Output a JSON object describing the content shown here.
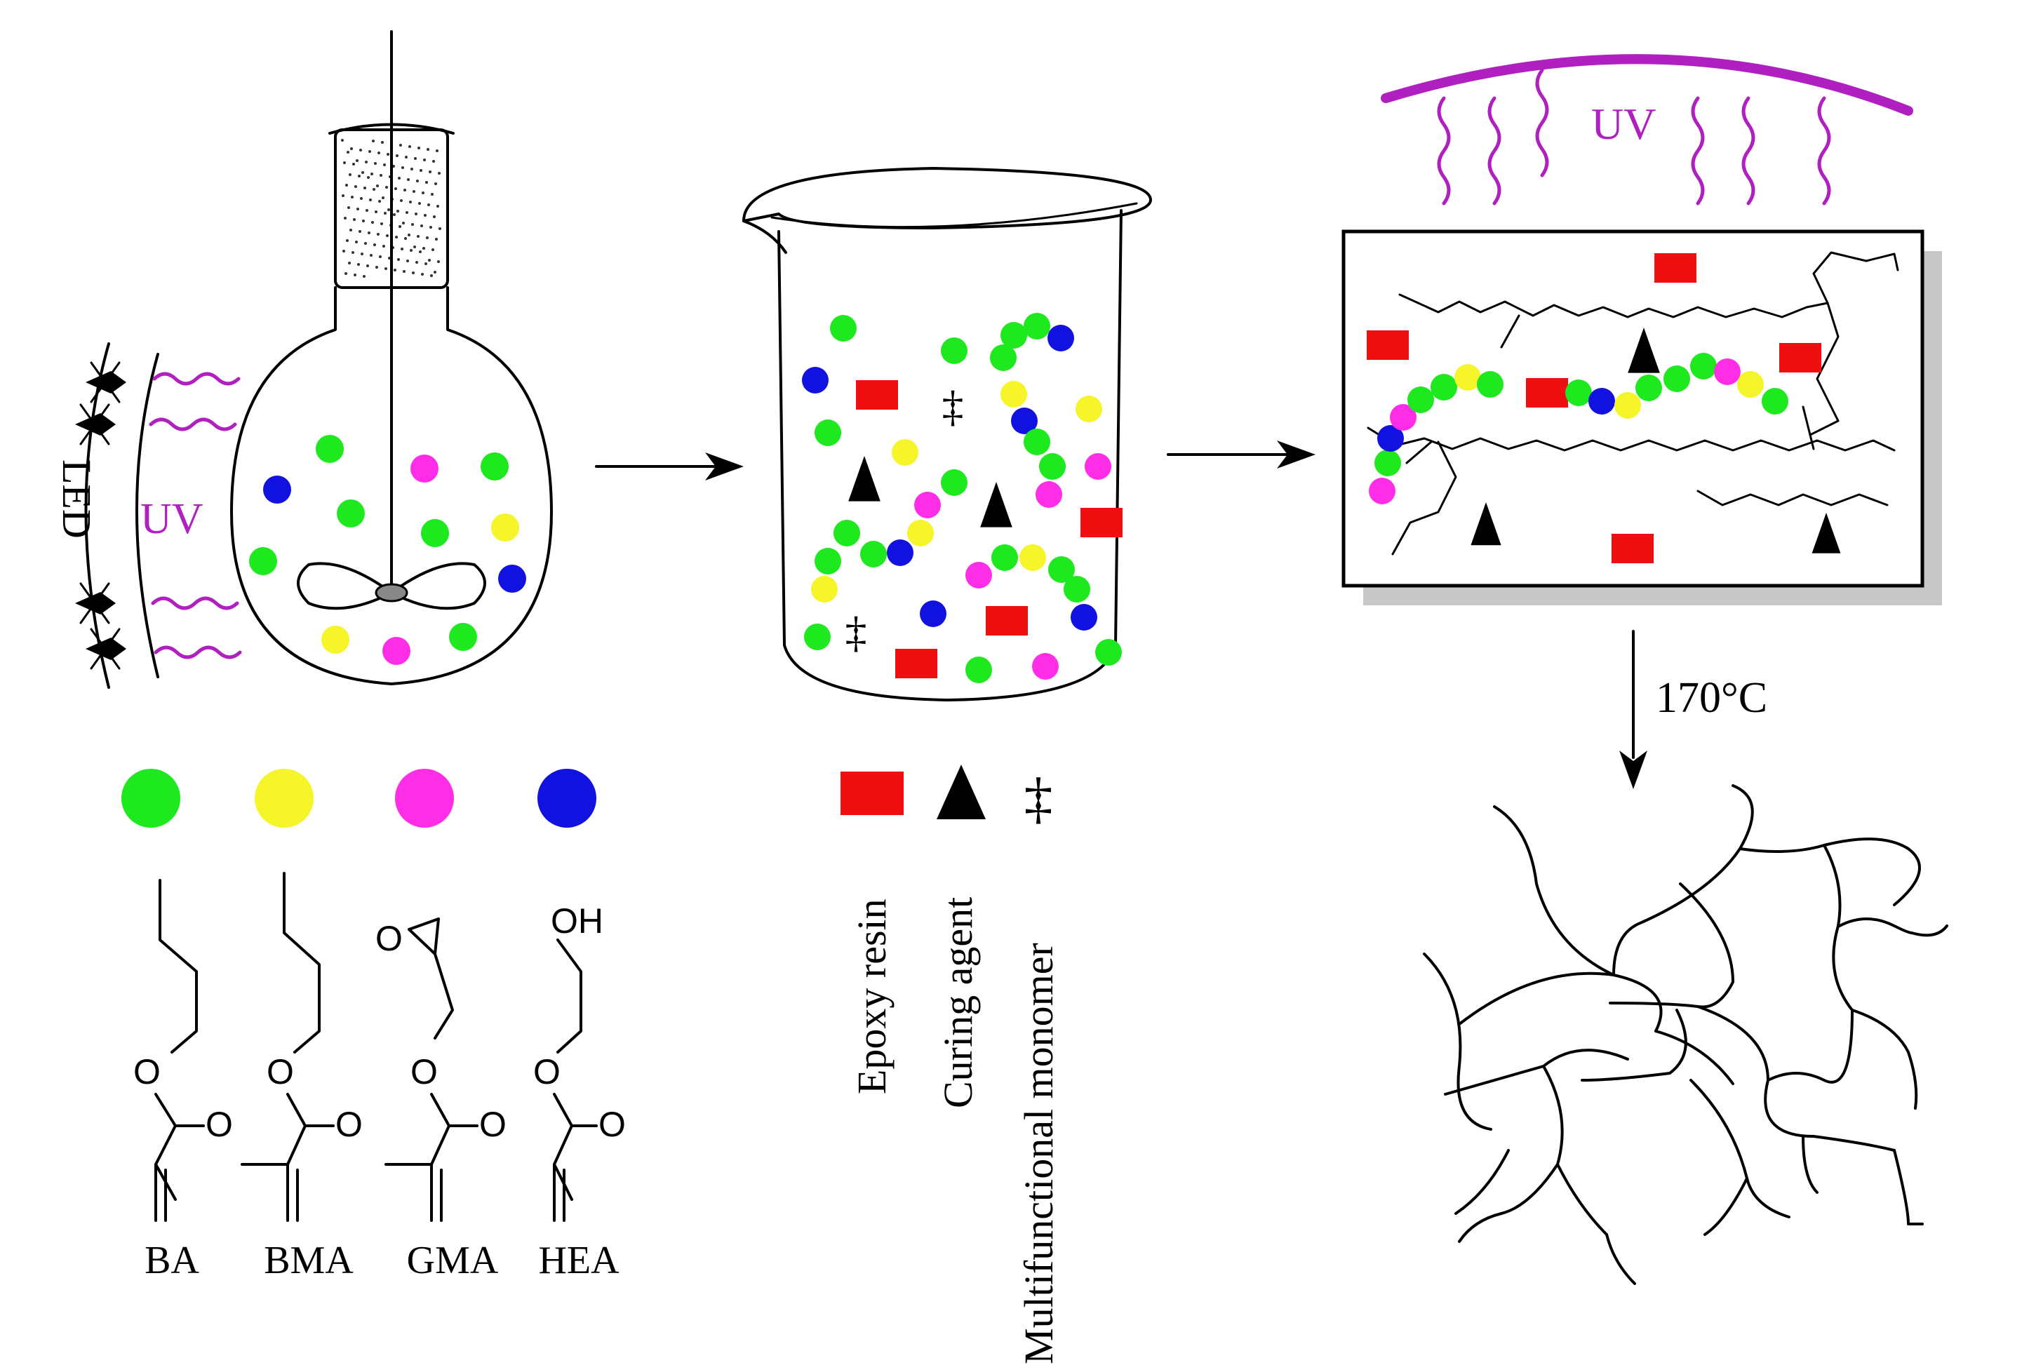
{
  "colors": {
    "green": "#1ee81e",
    "yellow": "#f5f52a",
    "magenta": "#ff2ee6",
    "blue": "#1212e0",
    "red": "#ee1010",
    "uv_purple": "#b020c0"
  },
  "left_flask": {
    "led_label": "LED",
    "uv_label": "UV"
  },
  "monomers": [
    {
      "name": "BA",
      "color": "green"
    },
    {
      "name": "BMA",
      "color": "yellow"
    },
    {
      "name": "GMA",
      "color": "magenta"
    },
    {
      "name": "HEA",
      "color": "blue"
    }
  ],
  "chem_atoms": {
    "o": "O",
    "oh": "OH"
  },
  "beaker_legend": {
    "epoxy": "Epoxy resin",
    "curing": "Curing agent",
    "multi": "Multifunctional monomer",
    "dagger_symbol": "‡"
  },
  "box": {
    "uv_label": "UV"
  },
  "cure_step": {
    "label": "170°C"
  },
  "icons": [
    "flask-icon",
    "stirrer-icon",
    "led-lamp-icon",
    "beaker-icon",
    "uv-lamp-icon",
    "arrow-right-icon",
    "arrow-down-icon",
    "crosslinked-network-icon"
  ]
}
